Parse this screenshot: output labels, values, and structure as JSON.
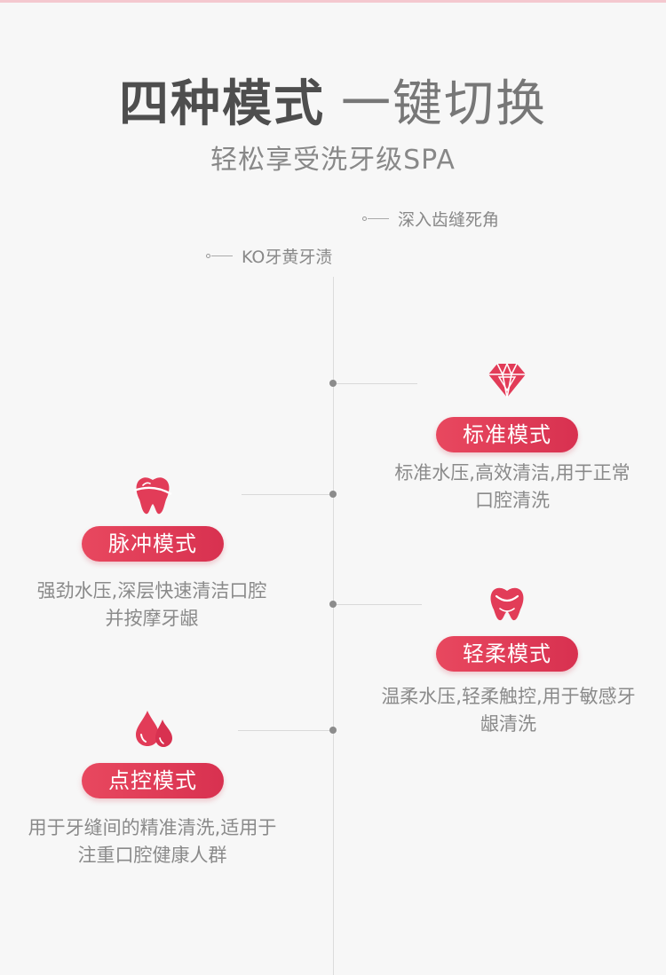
{
  "header": {
    "title_strong": "四种模式",
    "title_light": "一键切换",
    "subtitle": "轻松享受洗牙级SPA"
  },
  "features": [
    {
      "label": "深入齿缝死角"
    },
    {
      "label": "KO牙黄牙渍"
    }
  ],
  "modes": [
    {
      "name": "标准模式",
      "desc_line1": "标准水压,高效清洁,用于正常",
      "desc_line2": "口腔清洗",
      "icon": "diamond-icon"
    },
    {
      "name": "脉冲模式",
      "desc_line1": "强劲水压,深层快速清洁口腔",
      "desc_line2": "并按摩牙龈",
      "icon": "tooth-icon"
    },
    {
      "name": "轻柔模式",
      "desc_line1": "温柔水压,轻柔触控,用于敏感牙",
      "desc_line2": "龈清洗",
      "icon": "soft-tooth-icon"
    },
    {
      "name": "点控模式",
      "desc_line1": "用于牙缝间的精准清洗,适用于",
      "desc_line2": "注重口腔健康人群",
      "icon": "water-drops-icon"
    }
  ],
  "colors": {
    "accent": "#e23c58",
    "text_gray": "#888888",
    "background": "#f7f7f7"
  }
}
